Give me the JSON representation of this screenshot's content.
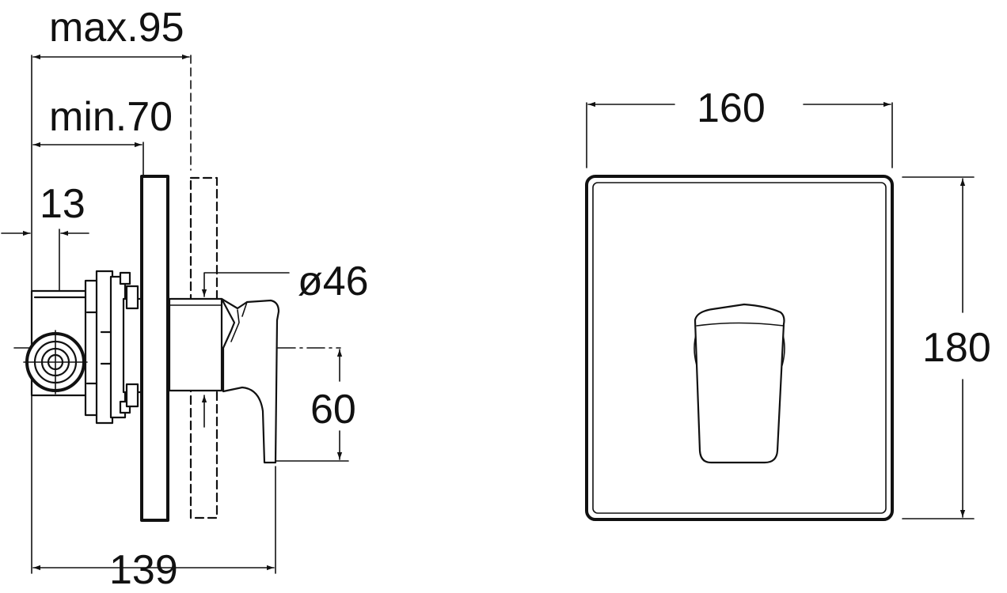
{
  "dimensions": {
    "max_depth": "max.95",
    "min_depth": "min.70",
    "offset": "13",
    "diameter": "ø46",
    "handle_drop": "60",
    "total_depth": "139",
    "plate_width": "160",
    "plate_height": "180"
  }
}
